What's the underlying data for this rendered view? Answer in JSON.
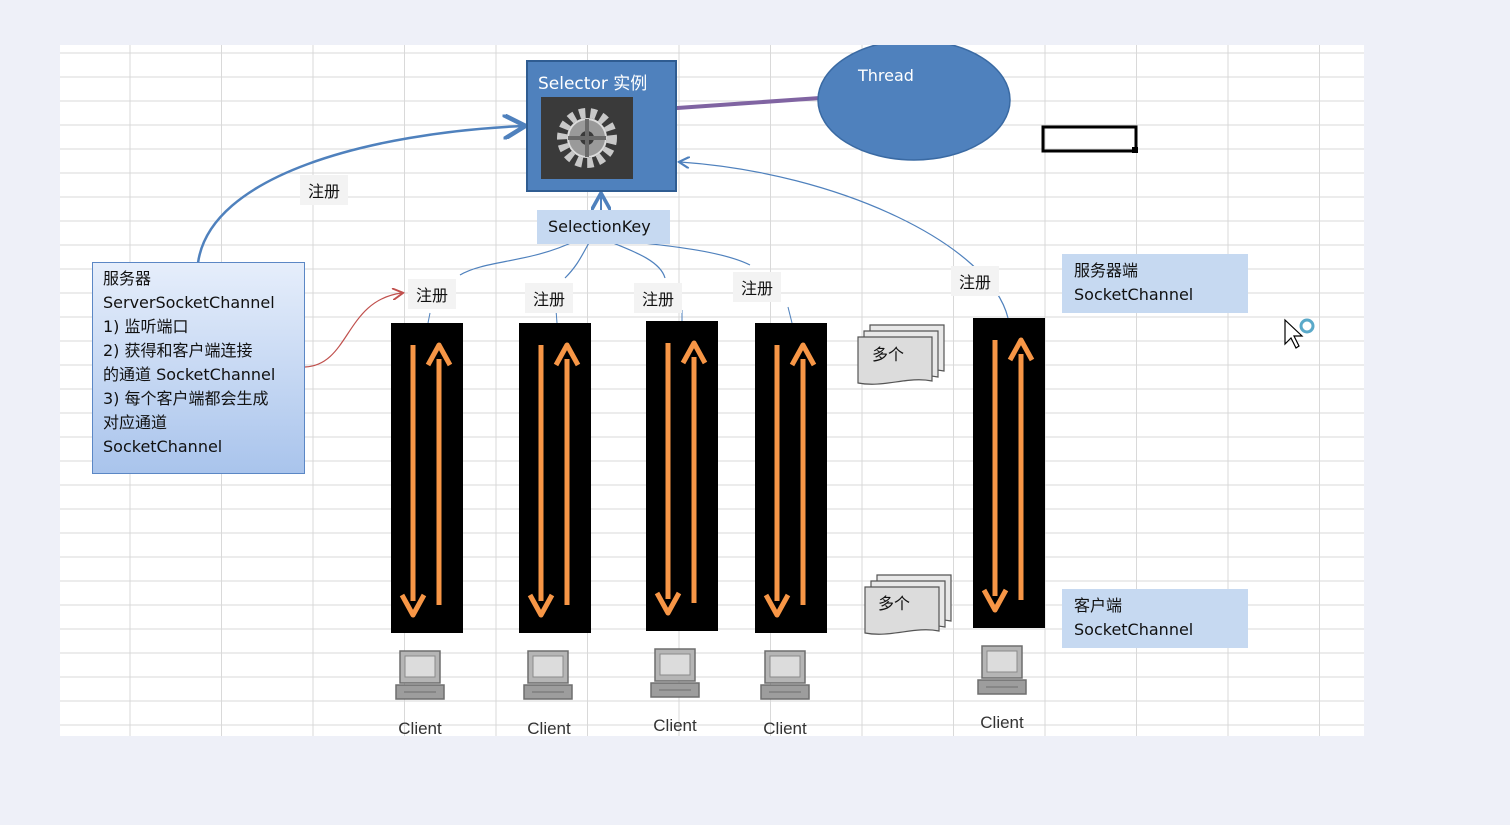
{
  "selector": {
    "title": "Selector 实例",
    "icon": "gear-icon"
  },
  "thread": {
    "label": "Thread"
  },
  "selection_key": {
    "label": "SelectionKey"
  },
  "server_box": {
    "lines": [
      "服务器",
      "ServerSocketChannel",
      "1) 监听端口",
      "2)  获得和客户端连接",
      "的通道 SocketChannel",
      "3) 每个客户端都会生成",
      "对应通道",
      "SocketChannel"
    ]
  },
  "register_labels": [
    "注册",
    "注册",
    "注册",
    "注册",
    "注册",
    "注册"
  ],
  "multi_labels": [
    "多个",
    "多个"
  ],
  "legend": {
    "server": {
      "line1": "服务器端",
      "line2": "SocketChannel"
    },
    "client": {
      "line1": "客户端",
      "line2": "SocketChannel"
    }
  },
  "clients": [
    "Client",
    "Client",
    "Client",
    "Client",
    "Client"
  ],
  "colors": {
    "selector_blue": "#4f81bd",
    "light_blue": "#c6d9f1",
    "channel_black": "#000000",
    "arrow_orange": "#f79646",
    "thread_link": "#8064a2",
    "connector_red": "#c0504d"
  }
}
